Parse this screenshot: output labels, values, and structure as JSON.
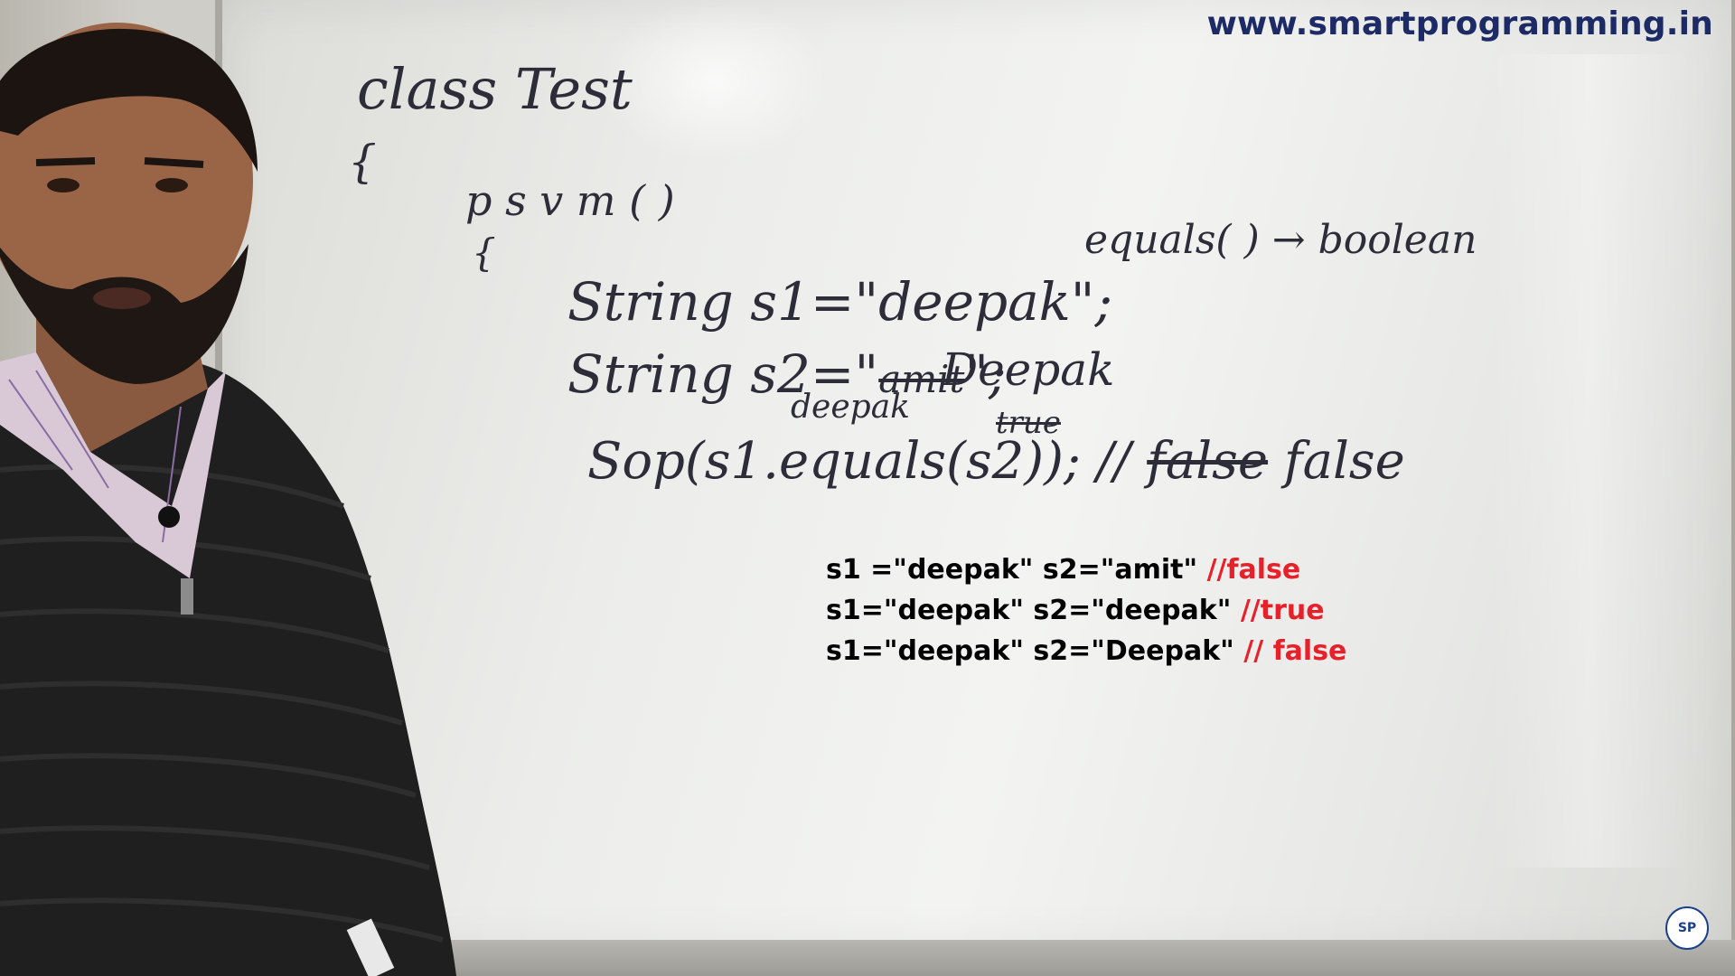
{
  "website": "www.smartprogramming.in",
  "logo_text": "SP",
  "board": {
    "line1": "class Test",
    "line2": "{",
    "line3": "p    s    v    m   (        )",
    "line4": "{",
    "equals_note": "equals( ) → boolean",
    "s1_line": "String s1=\"deepak\";",
    "s2_line_prefix": "String s2=\"",
    "s2_struck": "amit",
    "s2_line_suffix": "\";",
    "s2_alt": "deepak",
    "s2_note": "Deepak",
    "sop_line": "Sop(s1.equals(s2)); //",
    "false_struck": "false",
    "false_final": "false",
    "true_struck": "true"
  },
  "caption": {
    "rows": [
      {
        "code": "s1 =\"deepak\" s2=\"amit\" ",
        "comment": "//false"
      },
      {
        "code": "s1=\"deepak\" s2=\"deepak\" ",
        "comment": "//true"
      },
      {
        "code": "s1=\"deepak\" s2=\"Deepak\" ",
        "comment": "// false"
      }
    ]
  },
  "colors": {
    "website": "#1c2a66",
    "caption_code": "#000000",
    "caption_comment": "#e8202a",
    "marker": "#2d2d3a"
  }
}
